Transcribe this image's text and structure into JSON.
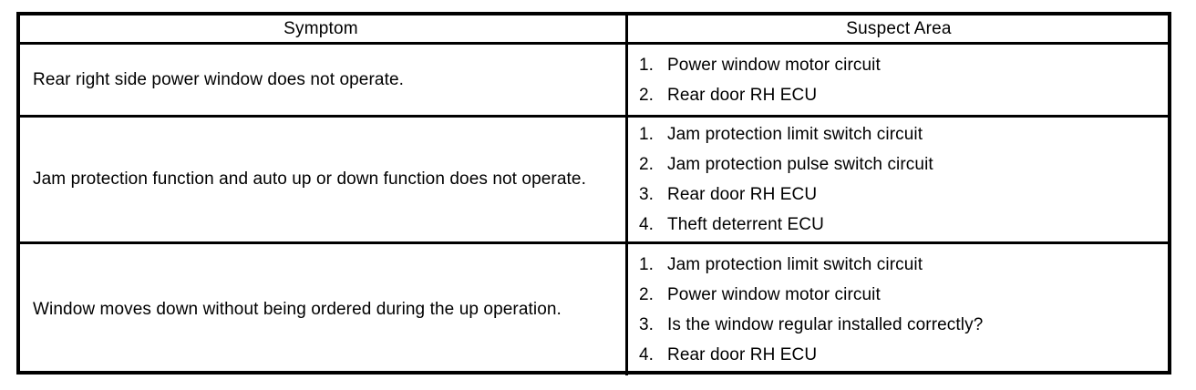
{
  "table": {
    "headers": {
      "symptom": "Symptom",
      "suspect_area": "Suspect Area"
    },
    "rows": [
      {
        "symptom": "Rear right side power window does not operate.",
        "suspects": [
          {
            "num": "1.",
            "text": "Power window motor circuit"
          },
          {
            "num": "2.",
            "text": "Rear door RH ECU"
          }
        ]
      },
      {
        "symptom": "Jam protection function and auto up or down function does not operate.",
        "suspects": [
          {
            "num": "1.",
            "text": "Jam protection limit switch circuit"
          },
          {
            "num": "2.",
            "text": "Jam protection pulse switch circuit"
          },
          {
            "num": "3.",
            "text": "Rear door RH ECU"
          },
          {
            "num": "4.",
            "text": "Theft deterrent ECU"
          }
        ]
      },
      {
        "symptom": "Window moves down without being ordered during the up operation.",
        "suspects": [
          {
            "num": "1.",
            "text": "Jam protection limit switch circuit"
          },
          {
            "num": "2.",
            "text": "Power window motor circuit"
          },
          {
            "num": "3.",
            "text": "Is the window regular installed correctly?"
          },
          {
            "num": "4.",
            "text": "Rear door RH ECU"
          }
        ]
      }
    ],
    "colors": {
      "border": "#000000",
      "text": "#000000",
      "background": "#ffffff"
    }
  }
}
